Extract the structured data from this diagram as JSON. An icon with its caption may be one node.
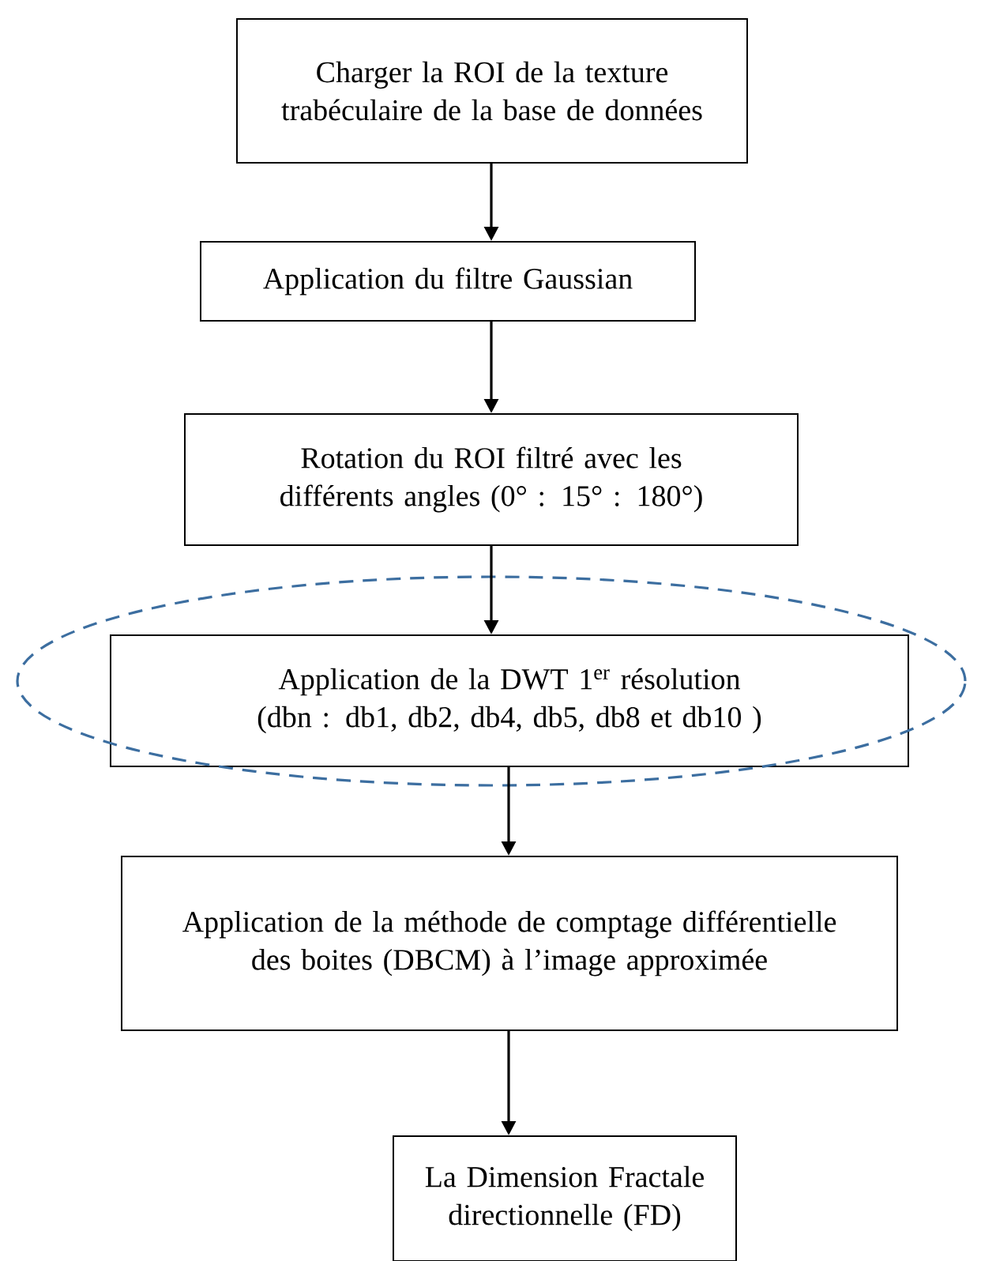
{
  "diagram": {
    "nodes": [
      {
        "text": [
          "Charger la ROI de la texture trabéculaire de la base de données"
        ]
      },
      {
        "text": [
          "Application du filtre Gaussian"
        ]
      },
      {
        "text": [
          "Rotation du ROI filtré avec les différents angles (0° : 15° : 180°)"
        ]
      },
      {
        "text": [
          "Application de la DWT 1$^{er}$ résolution (dbn :  db1, db2, db4, db5, db8 et db10 )"
        ]
      },
      {
        "text": [
          "Application de la méthode de comptage différentielle des boites (DBCM) à l’image approximée"
        ]
      },
      {
        "text": [
          "La Dimension Fractale directionnelle (FD)"
        ]
      }
    ],
    "edges": [
      {
        "from": 0,
        "to": 1,
        "arrow": "to"
      },
      {
        "from": 1,
        "to": 2,
        "arrow": "to"
      },
      {
        "from": 2,
        "to": 3,
        "arrow": "to"
      },
      {
        "from": 3,
        "to": 4,
        "arrow": "to"
      },
      {
        "from": 4,
        "to": 5,
        "arrow": "to"
      }
    ]
  }
}
